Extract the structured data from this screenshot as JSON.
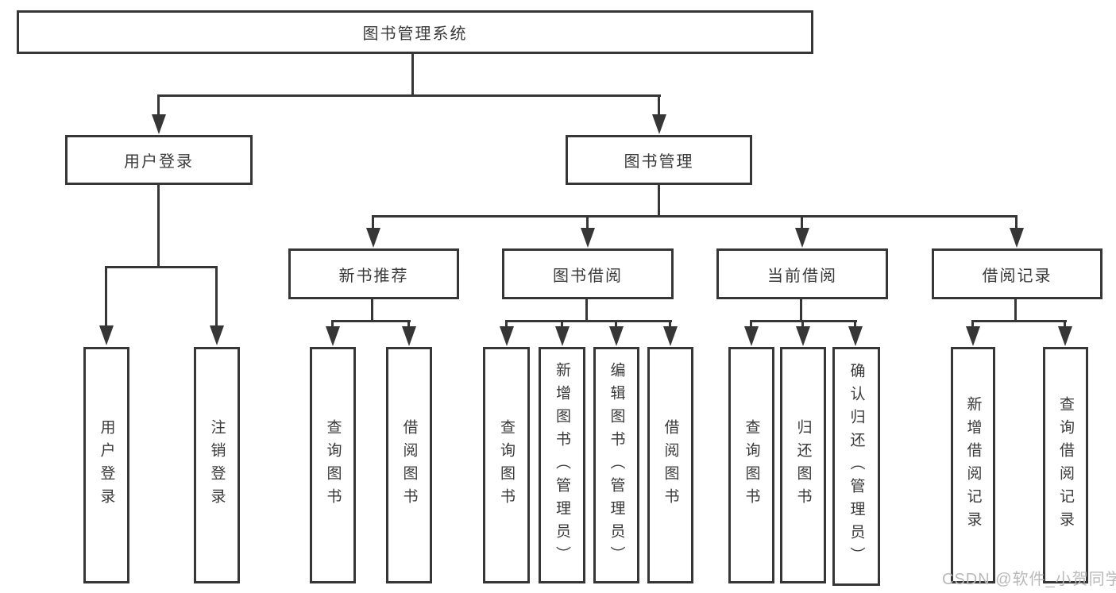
{
  "diagram": {
    "title": "图书管理系统",
    "branches": [
      {
        "label": "用户登录",
        "children": [
          {
            "label": "用户登录"
          },
          {
            "label": "注销登录"
          }
        ]
      },
      {
        "label": "图书管理",
        "children": [
          {
            "label": "新书推荐",
            "children": [
              {
                "label": "查询图书"
              },
              {
                "label": "借阅图书"
              }
            ]
          },
          {
            "label": "图书借阅",
            "children": [
              {
                "label": "查询图书"
              },
              {
                "label": "新增图书（管理员）"
              },
              {
                "label": "编辑图书（管理员）"
              },
              {
                "label": "借阅图书"
              }
            ]
          },
          {
            "label": "当前借阅",
            "children": [
              {
                "label": "查询图书"
              },
              {
                "label": "归还图书"
              },
              {
                "label": "确认归还（管理员）"
              }
            ]
          },
          {
            "label": "借阅记录",
            "children": [
              {
                "label": "新增借阅记录"
              },
              {
                "label": "查询借阅记录"
              }
            ]
          }
        ]
      }
    ]
  },
  "watermark": {
    "text": "CSDN @软件_小贺同学"
  },
  "colors": {
    "line": "#363636",
    "text": "#3a3a3a",
    "watermark": "#b9b9b9",
    "background": "#ffffff"
  }
}
